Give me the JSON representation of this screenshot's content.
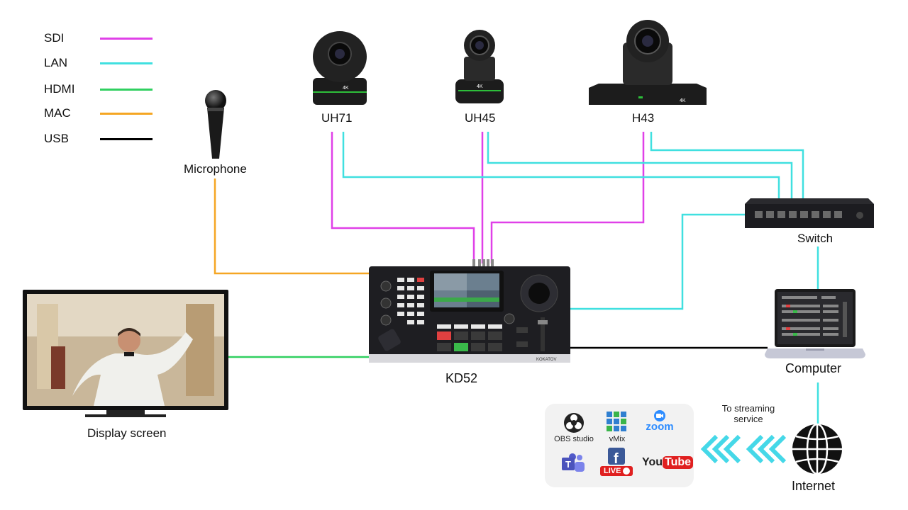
{
  "legend": [
    {
      "label": "SDI",
      "color": "#e040e8"
    },
    {
      "label": "LAN",
      "color": "#40e0e0"
    },
    {
      "label": "HDMI",
      "color": "#30d060"
    },
    {
      "label": "MAC",
      "color": "#f5a623"
    },
    {
      "label": "USB",
      "color": "#000000"
    }
  ],
  "devices": {
    "camera1": "UH71",
    "camera2": "UH45",
    "camera3": "H43",
    "microphone": "Microphone",
    "switch": "Switch",
    "controller": "KD52",
    "computer": "Computer",
    "display": "Display screen",
    "internet": "Internet"
  },
  "badges": {
    "camera_4k": "4K",
    "controller_brand": "KOKATOV"
  },
  "streaming": {
    "note": "To streaming service",
    "services": [
      "OBS studio",
      "vMix",
      "zoom",
      "Teams",
      "Facebook LIVE",
      "YouTube"
    ],
    "obs_label": "OBS studio",
    "vmix_label": "vMix",
    "zoom_label": "zoom",
    "live_label": "LIVE",
    "youtube_you": "You",
    "youtube_tube": "Tube"
  }
}
